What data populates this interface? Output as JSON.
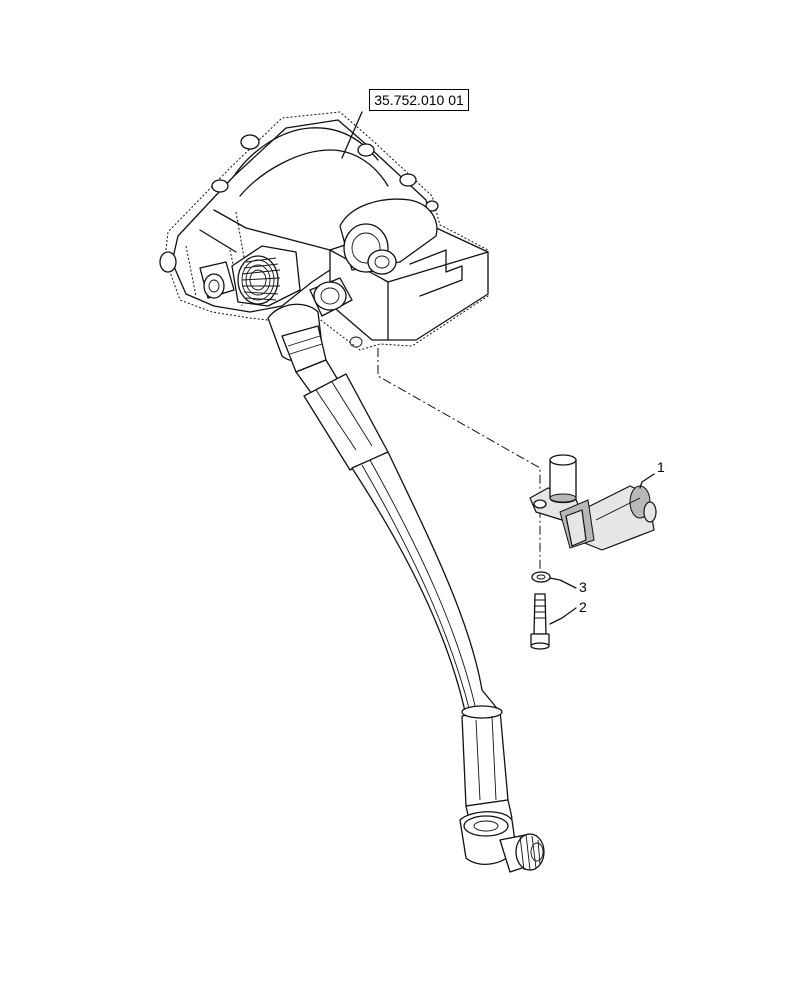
{
  "reference_label": "35.752.010 01",
  "callouts": [
    {
      "id": "1",
      "label": "1"
    },
    {
      "id": "3",
      "label": "3"
    },
    {
      "id": "2",
      "label": "2"
    }
  ]
}
